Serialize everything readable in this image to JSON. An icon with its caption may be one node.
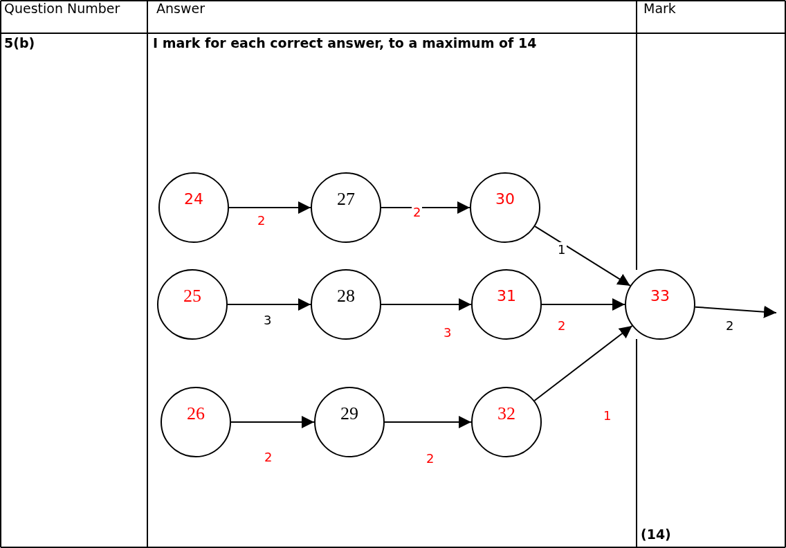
{
  "diagram": {
    "nodes": [
      {
        "text": [
          "24"
        ]
      },
      {
        "text": [
          "27"
        ]
      },
      {
        "text": [
          "30"
        ]
      },
      {
        "text": [
          "25"
        ]
      },
      {
        "text": [
          "28"
        ]
      },
      {
        "text": [
          "31"
        ]
      },
      {
        "text": [
          "33"
        ]
      },
      {
        "text": [
          "26"
        ]
      },
      {
        "text": [
          "29"
        ]
      },
      {
        "text": [
          "32"
        ]
      }
    ],
    "edges": [
      {
        "from": 0,
        "to": 1,
        "arrow": "to",
        "label": "2"
      },
      {
        "from": 1,
        "to": 2,
        "arrow": "to",
        "label": "2"
      },
      {
        "from": 2,
        "to": 6,
        "arrow": "to",
        "label": "1"
      },
      {
        "from": 3,
        "to": 4,
        "arrow": "to",
        "label": "3"
      },
      {
        "from": 4,
        "to": 5,
        "arrow": "to",
        "label": "3"
      },
      {
        "from": 5,
        "to": 6,
        "arrow": "to",
        "label": "2"
      },
      {
        "from": 7,
        "to": 8,
        "arrow": "to",
        "label": "2"
      },
      {
        "from": 8,
        "to": 9,
        "arrow": "to",
        "label": "2"
      },
      {
        "from": 9,
        "to": 6,
        "arrow": "to",
        "label": "1"
      },
      {
        "from": 6,
        "to": null,
        "arrow": "to",
        "label": "2"
      }
    ],
    "labels": [
      "Question Number",
      "Answer",
      "Mark",
      "5(b)",
      "I mark for each correct answer, to a maximum of 14",
      "(14)"
    ]
  }
}
